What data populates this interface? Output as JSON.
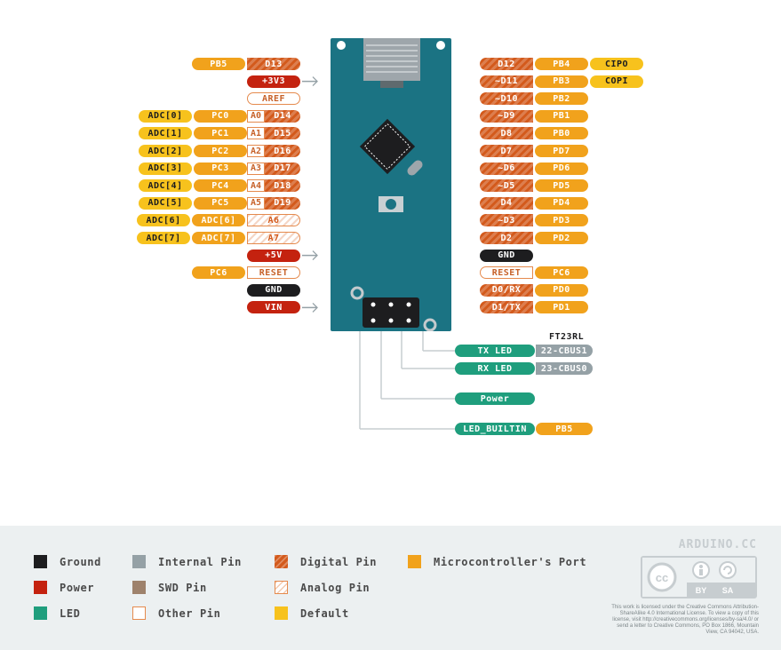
{
  "left_pins": [
    {
      "labels": [
        {
          "text": "PB5",
          "kind": "port"
        },
        {
          "text": "D13",
          "kind": "digital"
        }
      ]
    },
    {
      "labels": [
        {
          "text": "+3V3",
          "kind": "power"
        }
      ],
      "arrow": true
    },
    {
      "labels": [
        {
          "text": "AREF",
          "kind": "other"
        }
      ]
    },
    {
      "labels": [
        {
          "text": "ADC[0]",
          "kind": "default"
        },
        {
          "text": "PC0",
          "kind": "port"
        },
        {
          "text": "A0",
          "kind": "achip"
        },
        {
          "text": "D14",
          "kind": "digital"
        }
      ]
    },
    {
      "labels": [
        {
          "text": "ADC[1]",
          "kind": "default"
        },
        {
          "text": "PC1",
          "kind": "port"
        },
        {
          "text": "A1",
          "kind": "achip"
        },
        {
          "text": "D15",
          "kind": "digital"
        }
      ]
    },
    {
      "labels": [
        {
          "text": "ADC[2]",
          "kind": "default"
        },
        {
          "text": "PC2",
          "kind": "port"
        },
        {
          "text": "A2",
          "kind": "achip"
        },
        {
          "text": "D16",
          "kind": "digital"
        }
      ]
    },
    {
      "labels": [
        {
          "text": "ADC[3]",
          "kind": "default"
        },
        {
          "text": "PC3",
          "kind": "port"
        },
        {
          "text": "A3",
          "kind": "achip"
        },
        {
          "text": "D17",
          "kind": "digital"
        }
      ]
    },
    {
      "labels": [
        {
          "text": "ADC[4]",
          "kind": "default"
        },
        {
          "text": "PC4",
          "kind": "port"
        },
        {
          "text": "A4",
          "kind": "achip"
        },
        {
          "text": "D18",
          "kind": "digital"
        }
      ]
    },
    {
      "labels": [
        {
          "text": "ADC[5]",
          "kind": "default"
        },
        {
          "text": "PC5",
          "kind": "port"
        },
        {
          "text": "A5",
          "kind": "achip"
        },
        {
          "text": "D19",
          "kind": "digital"
        }
      ]
    },
    {
      "labels": [
        {
          "text": "ADC[6]",
          "kind": "default"
        },
        {
          "text": "ADC[6]",
          "kind": "port"
        },
        {
          "text": "A6",
          "kind": "analog"
        }
      ]
    },
    {
      "labels": [
        {
          "text": "ADC[7]",
          "kind": "default"
        },
        {
          "text": "ADC[7]",
          "kind": "port"
        },
        {
          "text": "A7",
          "kind": "analog"
        }
      ]
    },
    {
      "labels": [
        {
          "text": "+5V",
          "kind": "power"
        }
      ],
      "arrow": true
    },
    {
      "labels": [
        {
          "text": "PC6",
          "kind": "port"
        },
        {
          "text": "RESET",
          "kind": "other"
        }
      ]
    },
    {
      "labels": [
        {
          "text": "GND",
          "kind": "ground"
        }
      ]
    },
    {
      "labels": [
        {
          "text": "VIN",
          "kind": "power"
        }
      ],
      "arrow": true
    }
  ],
  "right_pins": [
    {
      "labels": [
        {
          "text": "D12",
          "kind": "digital"
        },
        {
          "text": "PB4",
          "kind": "port"
        },
        {
          "text": "CIPO",
          "kind": "default"
        }
      ]
    },
    {
      "labels": [
        {
          "text": "~D11",
          "kind": "digital"
        },
        {
          "text": "PB3",
          "kind": "port"
        },
        {
          "text": "COPI",
          "kind": "default"
        }
      ]
    },
    {
      "labels": [
        {
          "text": "~D10",
          "kind": "digital"
        },
        {
          "text": "PB2",
          "kind": "port"
        }
      ]
    },
    {
      "labels": [
        {
          "text": "~D9",
          "kind": "digital"
        },
        {
          "text": "PB1",
          "kind": "port"
        }
      ]
    },
    {
      "labels": [
        {
          "text": "D8",
          "kind": "digital"
        },
        {
          "text": "PB0",
          "kind": "port"
        }
      ]
    },
    {
      "labels": [
        {
          "text": "D7",
          "kind": "digital"
        },
        {
          "text": "PD7",
          "kind": "port"
        }
      ]
    },
    {
      "labels": [
        {
          "text": "~D6",
          "kind": "digital"
        },
        {
          "text": "PD6",
          "kind": "port"
        }
      ]
    },
    {
      "labels": [
        {
          "text": "~D5",
          "kind": "digital"
        },
        {
          "text": "PD5",
          "kind": "port"
        }
      ]
    },
    {
      "labels": [
        {
          "text": "D4",
          "kind": "digital"
        },
        {
          "text": "PD4",
          "kind": "port"
        }
      ]
    },
    {
      "labels": [
        {
          "text": "~D3",
          "kind": "digital"
        },
        {
          "text": "PD3",
          "kind": "port"
        }
      ]
    },
    {
      "labels": [
        {
          "text": "D2",
          "kind": "digital"
        },
        {
          "text": "PD2",
          "kind": "port"
        }
      ]
    },
    {
      "labels": [
        {
          "text": "GND",
          "kind": "ground"
        }
      ]
    },
    {
      "labels": [
        {
          "text": "RESET",
          "kind": "other"
        },
        {
          "text": "PC6",
          "kind": "port"
        }
      ]
    },
    {
      "labels": [
        {
          "text": "D0/RX",
          "kind": "digital"
        },
        {
          "text": "PD0",
          "kind": "port"
        }
      ]
    },
    {
      "labels": [
        {
          "text": "D1/TX",
          "kind": "digital"
        },
        {
          "text": "PD1",
          "kind": "port"
        }
      ]
    }
  ],
  "leds": {
    "chip_title": "FT23RL",
    "items": [
      {
        "label": "TX LED",
        "extra": "22-CBUS1"
      },
      {
        "label": "RX LED",
        "extra": "23-CBUS0"
      },
      {
        "label": "Power",
        "extra": ""
      },
      {
        "label": "LED_BUILTIN",
        "extra": "PB5"
      }
    ]
  },
  "legend": {
    "items": [
      {
        "text": "Ground",
        "color": "#1d1d1f",
        "style": "solid"
      },
      {
        "text": "Internal Pin",
        "color": "#95a1a6",
        "style": "solid"
      },
      {
        "text": "Digital Pin",
        "color": "#d35a1c",
        "style": "striped"
      },
      {
        "text": "Microcontroller's Port",
        "color": "#f1a21c",
        "style": "solid"
      },
      {
        "text": "Power",
        "color": "#c4220f",
        "style": "solid"
      },
      {
        "text": "SWD Pin",
        "color": "#9e826c",
        "style": "solid"
      },
      {
        "text": "Analog Pin",
        "color": "#e58a4d",
        "style": "outline-striped"
      },
      {
        "text": "LED",
        "color": "#1f9e7d",
        "style": "solid"
      },
      {
        "text": "Other Pin",
        "color": "#e58a4d",
        "style": "outline"
      },
      {
        "text": "Default",
        "color": "#f7c21d",
        "style": "solid"
      }
    ],
    "brand": "ARDUINO.CC",
    "cc_badge": {
      "by": "BY",
      "sa": "SA",
      "cc": "cc"
    },
    "license": "This work is licensed under the Creative Commons Attribution-ShareAlike 4.0 International License. To view a copy of this license, visit http://creativecommons.org/licenses/by-sa/4.0/ or send a letter to Creative Commons, PO Box 1866, Mountain View, CA 94042, USA."
  }
}
